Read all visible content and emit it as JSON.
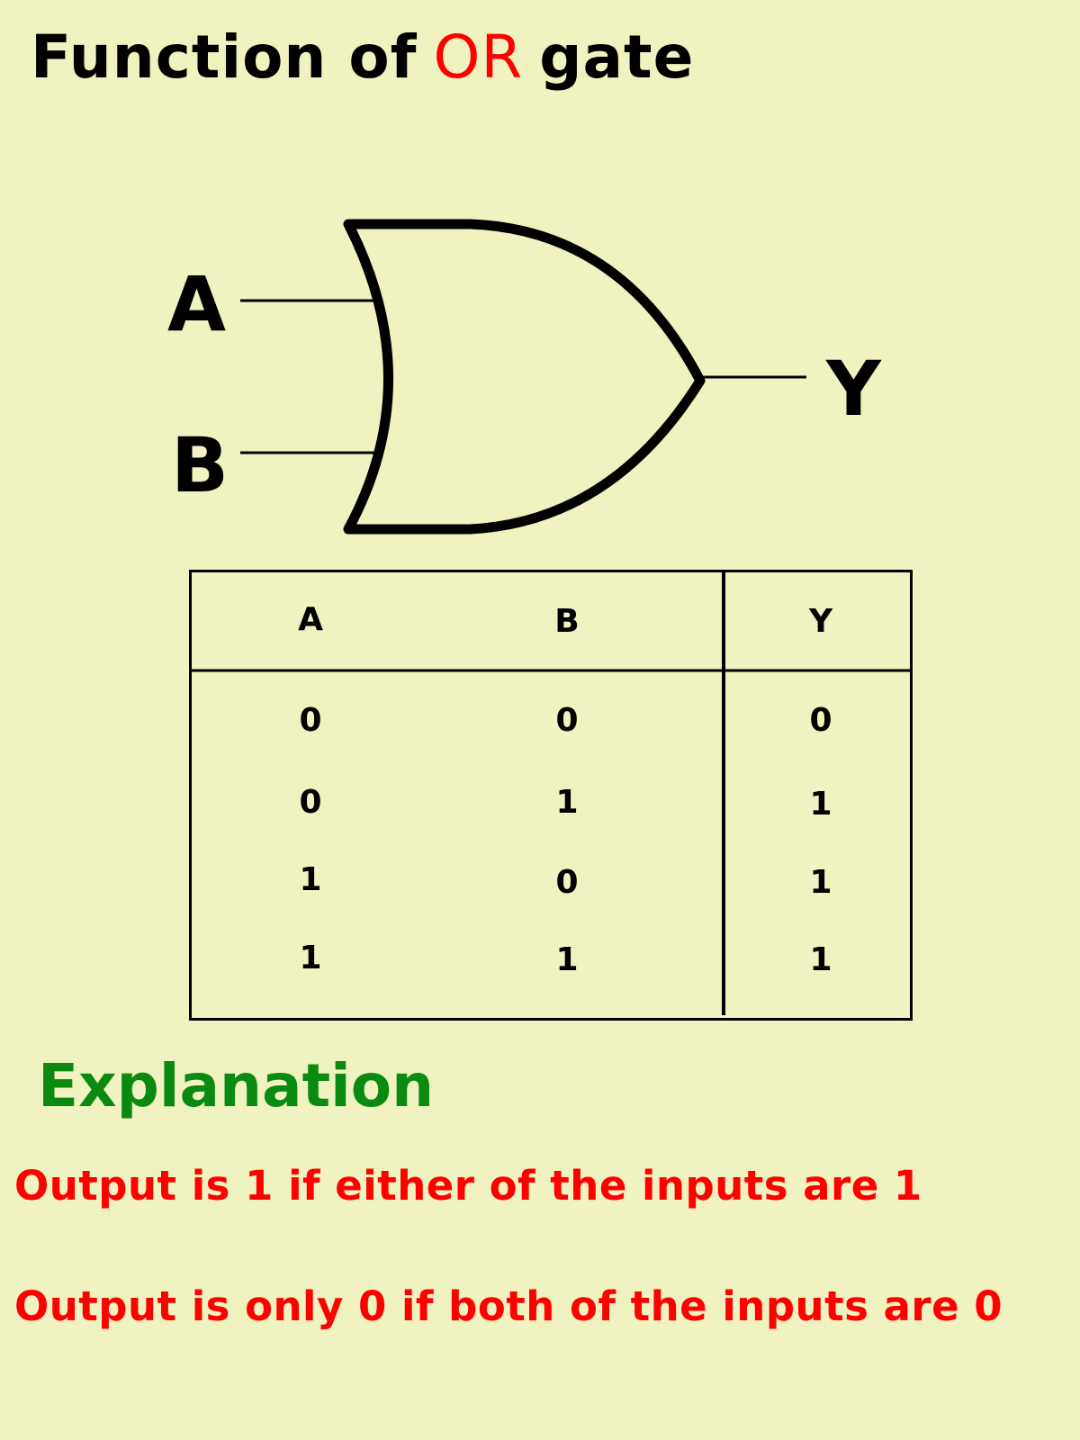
{
  "title": {
    "prefix": "Function of",
    "highlight": "OR",
    "suffix": "gate",
    "highlight_color": "#ff0000"
  },
  "gate": {
    "type": "OR",
    "inputs": [
      "A",
      "B"
    ],
    "output": "Y"
  },
  "truth_table": {
    "headers": [
      "A",
      "B",
      "Y"
    ],
    "rows": [
      [
        "0",
        "0",
        "0"
      ],
      [
        "0",
        "1",
        "1"
      ],
      [
        "1",
        "0",
        "1"
      ],
      [
        "1",
        "1",
        "1"
      ]
    ]
  },
  "explanation": {
    "heading": "Explanation",
    "heading_color": "#0a8a10",
    "lines": [
      "Output is 1 if either of the inputs are 1",
      "Output is only 0 if both of the inputs are 0"
    ],
    "lines_color": "#ff0000"
  },
  "colors": {
    "background": "#f0f2bf",
    "stroke": "#000000"
  }
}
